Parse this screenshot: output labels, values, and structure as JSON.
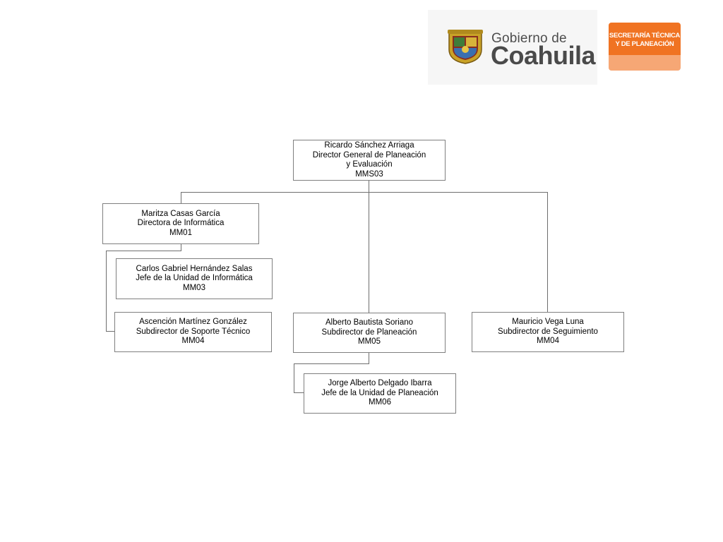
{
  "header": {
    "government_small": "Gobierno de",
    "government_big": "Coahuila",
    "secretariat_line1": "SECRETARÍA TÉCNICA",
    "secretariat_line2": "Y DE PLANEACIÓN"
  },
  "org": {
    "director_general": {
      "name": "Ricardo Sánchez Arriaga",
      "title_line1": "Director General de Planeación",
      "title_line2": "y Evaluación",
      "code": "MMS03"
    },
    "informatica": {
      "name": "Maritza Casas García",
      "title": "Directora de  Informática",
      "code": "MM01"
    },
    "unidad_informatica": {
      "name": "Carlos Gabriel Hernández Salas",
      "title": "Jefe de la Unidad de Informática",
      "code": "MM03"
    },
    "soporte_tecnico": {
      "name": "Ascención Martínez González",
      "title": "Subdirector de Soporte Técnico",
      "code": "MM04"
    },
    "planeacion": {
      "name": "Alberto Bautista Soriano",
      "title": "Subdirector de Planeación",
      "code": "MM05"
    },
    "unidad_planeacion": {
      "name": "Jorge Alberto Delgado Ibarra",
      "title": "Jefe de la Unidad de Planeación",
      "code": "MM06"
    },
    "seguimiento": {
      "name": "Mauricio Vega Luna",
      "title": "Subdirector de Seguimiento",
      "code": "MM04"
    }
  },
  "colors": {
    "accent_orange": "#f07322",
    "accent_orange_light": "#f6a775",
    "connector": "#6e6e6e",
    "box_border": "#7f7f7f"
  }
}
